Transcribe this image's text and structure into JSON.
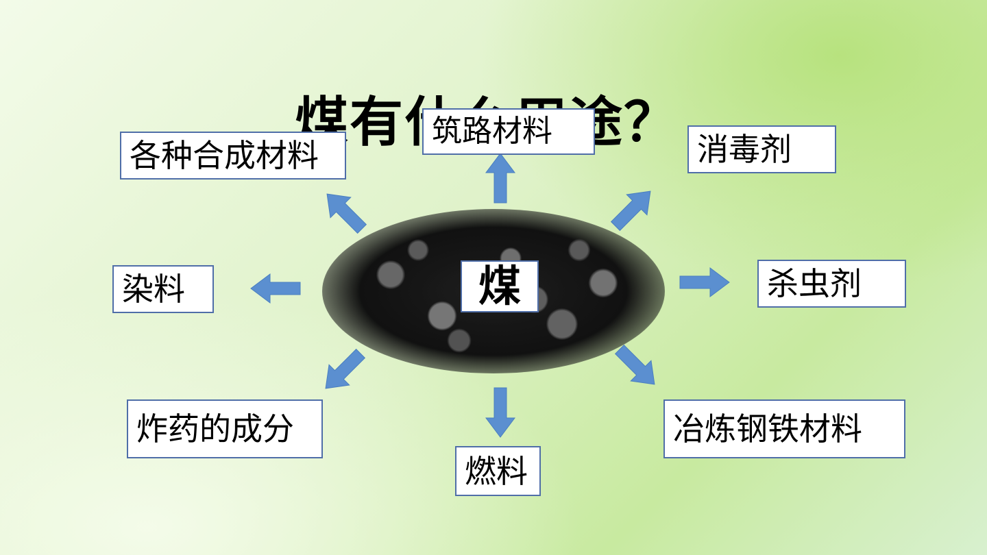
{
  "title": "煤有什么用途？",
  "center": "煤",
  "uses": {
    "road": "筑路材料",
    "synthetic": "各种合成材料",
    "disinfectant": "消毒剂",
    "dye": "染料",
    "pesticide": "杀虫剂",
    "explosive": "炸药的成分",
    "fuel": "燃料",
    "steel": "冶炼钢铁材料"
  },
  "colors": {
    "arrow": "#5b8fd0",
    "box_border": "#4f6ea8"
  }
}
